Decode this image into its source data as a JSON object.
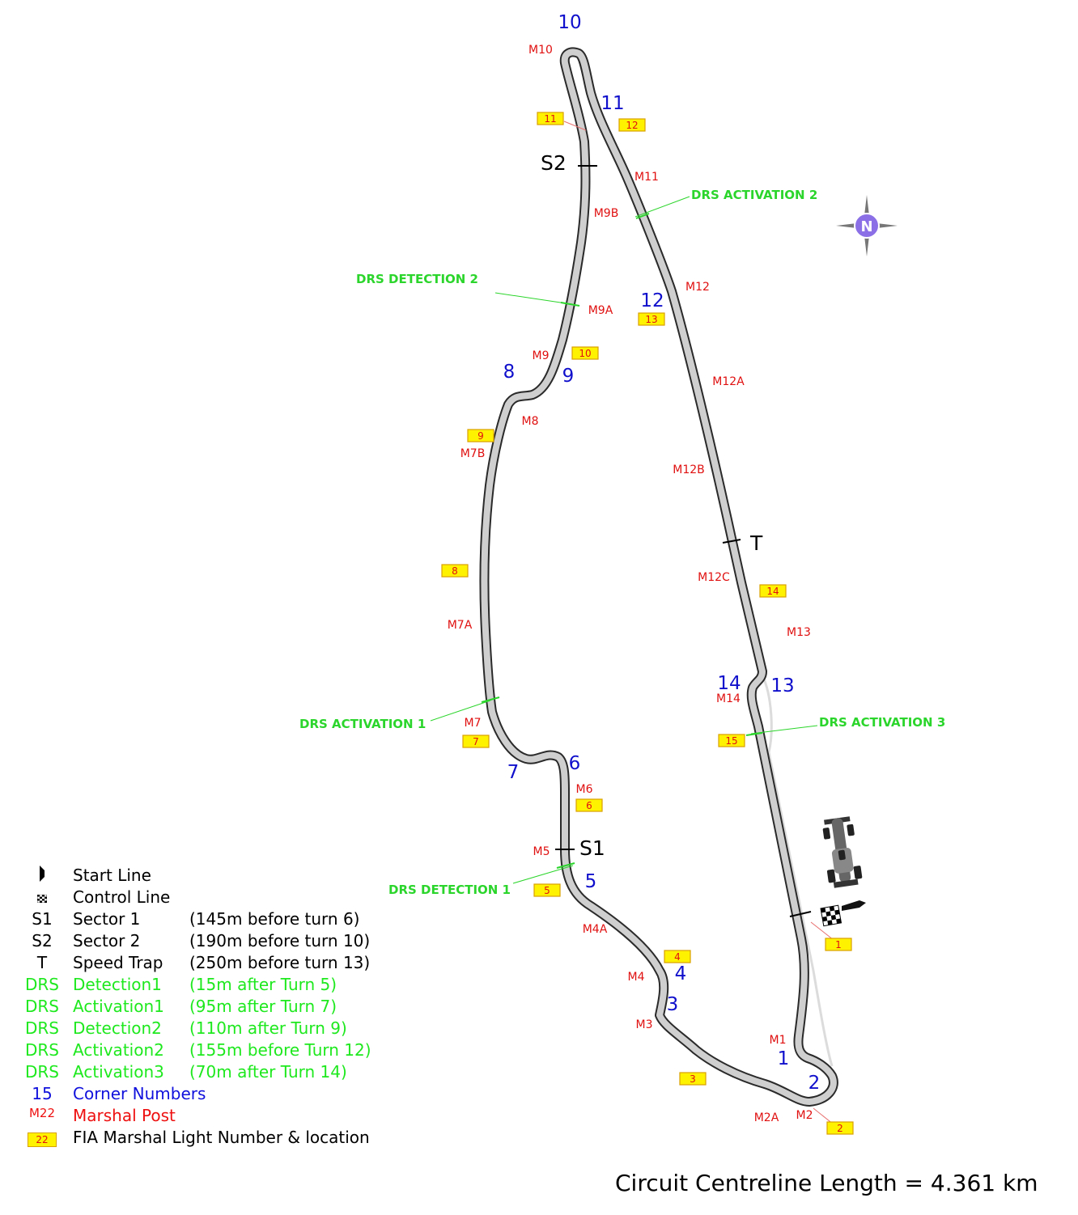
{
  "corners": [
    {
      "label": "1"
    },
    {
      "label": "2"
    },
    {
      "label": "3"
    },
    {
      "label": "4"
    },
    {
      "label": "5"
    },
    {
      "label": "6"
    },
    {
      "label": "7"
    },
    {
      "label": "8"
    },
    {
      "label": "9"
    },
    {
      "label": "10"
    },
    {
      "label": "11"
    },
    {
      "label": "12"
    },
    {
      "label": "13"
    },
    {
      "label": "14"
    }
  ],
  "marshal_posts": [
    {
      "label": "M1"
    },
    {
      "label": "M2"
    },
    {
      "label": "M2A"
    },
    {
      "label": "M3"
    },
    {
      "label": "M4"
    },
    {
      "label": "M4A"
    },
    {
      "label": "M5"
    },
    {
      "label": "M6"
    },
    {
      "label": "M7"
    },
    {
      "label": "M7A"
    },
    {
      "label": "M7B"
    },
    {
      "label": "M8"
    },
    {
      "label": "M9"
    },
    {
      "label": "M9A"
    },
    {
      "label": "M9B"
    },
    {
      "label": "M10"
    },
    {
      "label": "M11"
    },
    {
      "label": "M12"
    },
    {
      "label": "M12A"
    },
    {
      "label": "M12B"
    },
    {
      "label": "M12C"
    },
    {
      "label": "M13"
    },
    {
      "label": "M14"
    }
  ],
  "marshal_lights": [
    {
      "label": "1"
    },
    {
      "label": "2"
    },
    {
      "label": "3"
    },
    {
      "label": "4"
    },
    {
      "label": "5"
    },
    {
      "label": "6"
    },
    {
      "label": "7"
    },
    {
      "label": "8"
    },
    {
      "label": "9"
    },
    {
      "label": "10"
    },
    {
      "label": "11"
    },
    {
      "label": "12"
    },
    {
      "label": "13"
    },
    {
      "label": "14"
    },
    {
      "label": "15"
    }
  ],
  "drs_zones": {
    "detection_1": "DRS DETECTION 1",
    "activation_1": "DRS ACTIVATION 1",
    "detection_2": "DRS DETECTION 2",
    "activation_2": "DRS ACTIVATION 2",
    "activation_3": "DRS ACTIVATION 3"
  },
  "timing_lines": {
    "sector_1": "S1",
    "sector_2": "S2",
    "speed_trap": "T"
  },
  "compass": {
    "label": "N",
    "icon": "compass-icon"
  },
  "legend": [
    {
      "symbol": "",
      "label": "Start Line",
      "note": "",
      "color": "#000000",
      "icon": "start-line-icon"
    },
    {
      "symbol": "",
      "label": "Control Line",
      "note": "",
      "color": "#000000",
      "icon": "control-line-icon"
    },
    {
      "symbol": "S1",
      "label": "Sector 1",
      "note": "(145m before turn 6)",
      "color": "#000000"
    },
    {
      "symbol": "S2",
      "label": "Sector 2",
      "note": "(190m before turn 10)",
      "color": "#000000"
    },
    {
      "symbol": "T",
      "label": "Speed Trap",
      "note": "(250m before turn 13)",
      "color": "#000000"
    },
    {
      "symbol": "DRS",
      "label": "Detection1",
      "note": "(15m after Turn 5)",
      "color": "#1ee81e"
    },
    {
      "symbol": "DRS",
      "label": "Activation1",
      "note": "(95m after Turn 7)",
      "color": "#1ee81e"
    },
    {
      "symbol": "DRS",
      "label": "Detection2",
      "note": "(110m after Turn 9)",
      "color": "#1ee81e"
    },
    {
      "symbol": "DRS",
      "label": "Activation2",
      "note": "(155m before Turn 12)",
      "color": "#1ee81e"
    },
    {
      "symbol": "DRS",
      "label": "Activation3",
      "note": "(70m  after Turn 14)",
      "color": "#1ee81e"
    },
    {
      "symbol": "15",
      "label": "Corner Numbers",
      "note": "",
      "color": "#1010dd"
    },
    {
      "symbol": "M22",
      "label": "Marshal Post",
      "note": "",
      "color": "#ee1010"
    },
    {
      "symbol": "22",
      "label": "FIA Marshal Light Number & location",
      "note": "",
      "color": "#000000",
      "icon": "marshal-light-box-icon"
    }
  ],
  "circuit_length": "Circuit Centreline Length = 4.361 km",
  "colors": {
    "track_fill": "#cfcfcf",
    "track_edge": "#2a2a2a",
    "corner_numbers": "#1010cc",
    "marshal_posts": "#e01010",
    "drs": "#2bd52b",
    "marshal_light_box": "#fff200"
  }
}
